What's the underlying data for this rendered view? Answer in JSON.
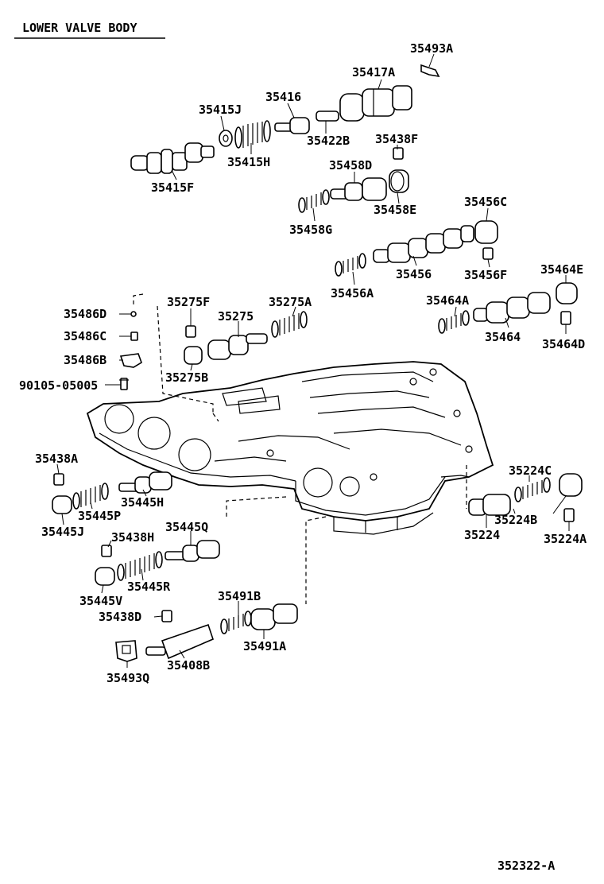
{
  "title": "LOWER VALVE BODY",
  "diagram_id": "352322-A",
  "labels": {
    "p35493A": "35493A",
    "p35417A": "35417A",
    "p35415J": "35415J",
    "p35416": "35416",
    "p35422B": "35422B",
    "p35438F": "35438F",
    "p35415H": "35415H",
    "p35415F": "35415F",
    "p35458D": "35458D",
    "p35458E": "35458E",
    "p35458G": "35458G",
    "p35456C": "35456C",
    "p35456A": "35456A",
    "p35456": "35456",
    "p35456F": "35456F",
    "p35464E": "35464E",
    "p35464A": "35464A",
    "p35464": "35464",
    "p35464D": "35464D",
    "p35486D": "35486D",
    "p35486C": "35486C",
    "p35486B": "35486B",
    "p90105": "90105-05005",
    "p35275F": "35275F",
    "p35275": "35275",
    "p35275A": "35275A",
    "p35275B": "35275B",
    "p35438A": "35438A",
    "p35445P": "35445P",
    "p35445H": "35445H",
    "p35445J": "35445J",
    "p35445Q": "35445Q",
    "p35438H": "35438H",
    "p35445R": "35445R",
    "p35445V": "35445V",
    "p35438D": "35438D",
    "p35491B": "35491B",
    "p35491A": "35491A",
    "p35408B": "35408B",
    "p35493Q": "35493Q",
    "p35224C": "35224C",
    "p35224B": "35224B",
    "p35224": "35224",
    "p35224A": "35224A"
  }
}
